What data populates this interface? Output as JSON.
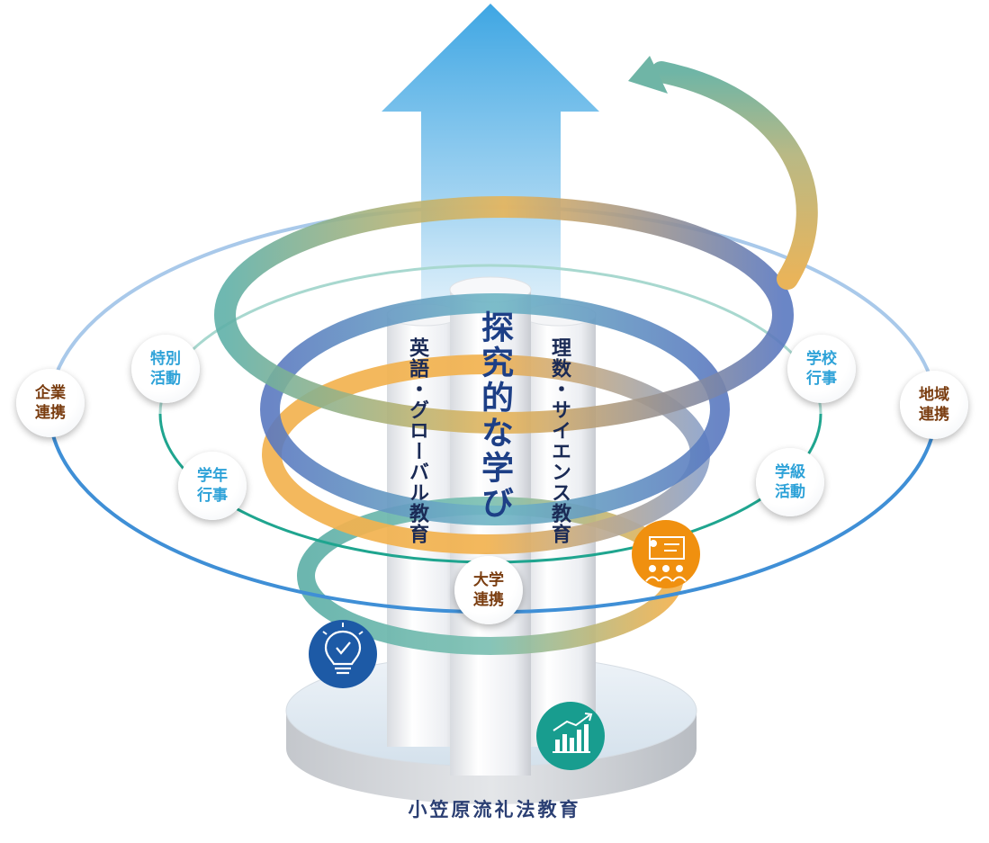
{
  "center": {
    "title": "探究的な学び",
    "left_pillar": "英語・グローバル教育",
    "right_pillar": "理数・サイエンス教育"
  },
  "base": {
    "label": "小笠原流礼法教育"
  },
  "badges": {
    "company": {
      "line1": "企業",
      "line2": "連携",
      "color": "#7a3d10"
    },
    "special": {
      "line1": "特別",
      "line2": "活動",
      "color": "#2ea2d8"
    },
    "grade_events": {
      "line1": "学年",
      "line2": "行事",
      "color": "#2ea2d8"
    },
    "university": {
      "line1": "大学",
      "line2": "連携",
      "color": "#7a3d10"
    },
    "school_events": {
      "line1": "学校",
      "line2": "行事",
      "color": "#2ea2d8"
    },
    "class_activity": {
      "line1": "学級",
      "line2": "活動",
      "color": "#2ea2d8"
    },
    "community": {
      "line1": "地域",
      "line2": "連携",
      "color": "#7a3d10"
    }
  },
  "icons": {
    "bulb": {
      "name": "lightbulb-icon",
      "color": "#1d5aa6"
    },
    "teacher": {
      "name": "presentation-icon",
      "color": "#f0900f"
    },
    "chart": {
      "name": "bar-chart-icon",
      "color": "#189d8f"
    }
  },
  "colors": {
    "arrow_top": "#3ea6e3",
    "outer_ring": "#3f8fd6",
    "inner_ring": "#1fa58f",
    "spiral_teal": "#5fb0a8",
    "spiral_blue": "#5a78c0",
    "spiral_orange": "#f2b24f"
  }
}
